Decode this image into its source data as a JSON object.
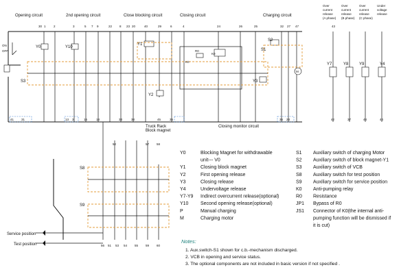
{
  "headings": {
    "opening": "Opening circuit",
    "second_opening": "2nd opening circuit",
    "close_blocking": "Close blocking circuit",
    "closing": "Closing circuit",
    "charging": "Charging circuit",
    "oc_a": [
      "Over",
      "current",
      "release",
      "(A phase)"
    ],
    "oc_b": [
      "Over",
      "current",
      "release",
      "(B phase)"
    ],
    "oc_c": [
      "Over",
      "current",
      "release",
      "(C phase)"
    ],
    "uv": [
      "Under",
      "voltage",
      "release"
    ]
  },
  "top_terminals": [
    "30",
    "1",
    "2",
    "3",
    "5",
    "7",
    "9",
    "22",
    "8",
    "23",
    "20",
    "40",
    "29",
    "6",
    "4",
    "24",
    "26",
    "25",
    "32",
    "27",
    "47",
    "43"
  ],
  "bottom_terminals": [
    "41",
    "31",
    "13",
    "3",
    "16",
    "18",
    "33",
    "38",
    "45",
    "35",
    "36",
    "28",
    "42",
    "37",
    "48",
    "44"
  ],
  "inner_labels": {
    "on": "ON",
    "off": "OFF",
    "y0": "Y0",
    "y10": "Y10",
    "y1": "Y1",
    "y2": "Y2",
    "y3": "Y3",
    "y4": "Y4",
    "y7": "Y7",
    "y8": "Y8",
    "y9": "Y9",
    "s1": "S1",
    "s2": "S2",
    "s3": "S3",
    "k0": "K0",
    "m": "M",
    "r0": "R0",
    "k0b": "K0",
    "truck_rack": "Truck Rack",
    "block_magnet": "Block magnet",
    "closing_monitor": "Closing monitor circuit",
    "s8": "S8",
    "s9": "S9",
    "service_position": "Service position",
    "test_position": "Test position"
  },
  "lower_terminals_top": [
    "52",
    "57",
    "58"
  ],
  "lower_terminals_bottom": [
    "56",
    "51",
    "53",
    "54",
    "55",
    "59",
    "60"
  ],
  "legend_left": [
    {
      "code": "Y0",
      "text": "Blocking Magnet for withdrawable"
    },
    {
      "code": "",
      "text": "unit--- V0"
    },
    {
      "code": "Y1",
      "text": "Closing block magnet"
    },
    {
      "code": "Y2",
      "text": "First opening release"
    },
    {
      "code": "Y3",
      "text": "Closing release"
    },
    {
      "code": "Y4",
      "text": "Undervoltage release"
    },
    {
      "code": "Y7-Y9",
      "text": "Indirect overcurrent release(optional)"
    },
    {
      "code": "Y10",
      "text": "Second opening release(optional)"
    },
    {
      "code": "P",
      "text": "Manual charging"
    },
    {
      "code": "M",
      "text": "Charging motor"
    }
  ],
  "legend_right": [
    {
      "code": "S1",
      "text": "Auxiliary switch of charging Motor"
    },
    {
      "code": "S2",
      "text": "Auxiliary switch of block magnet-Y1"
    },
    {
      "code": "S3",
      "text": "Auxiliary switch of VCB"
    },
    {
      "code": "S8",
      "text": "Auxiliary switch for test position"
    },
    {
      "code": "S9",
      "text": "Auxiliary switch for service position"
    },
    {
      "code": "K0",
      "text": "Anti-pumping relay"
    },
    {
      "code": "R0",
      "text": "Resistance"
    },
    {
      "code": "JP1",
      "text": "Bypass of R0"
    },
    {
      "code": "JS1",
      "text": "Connector of K0(the internal anti-"
    },
    {
      "code": "",
      "text": "pumping function will be dismissed if"
    },
    {
      "code": "",
      "text": "it is cut)"
    }
  ],
  "notes_title": "Notes:",
  "notes": [
    "1. Aux.switch-S1 shown for c.b.-mechanism discharged.",
    "2. VCB in opening and service status.",
    "3. The optional components are not included in basic version if not specified ."
  ],
  "colors": {
    "accent_dash": "#e39b3a",
    "note_title": "#1a7f7a",
    "terminal_block": "#3b7fd1"
  }
}
